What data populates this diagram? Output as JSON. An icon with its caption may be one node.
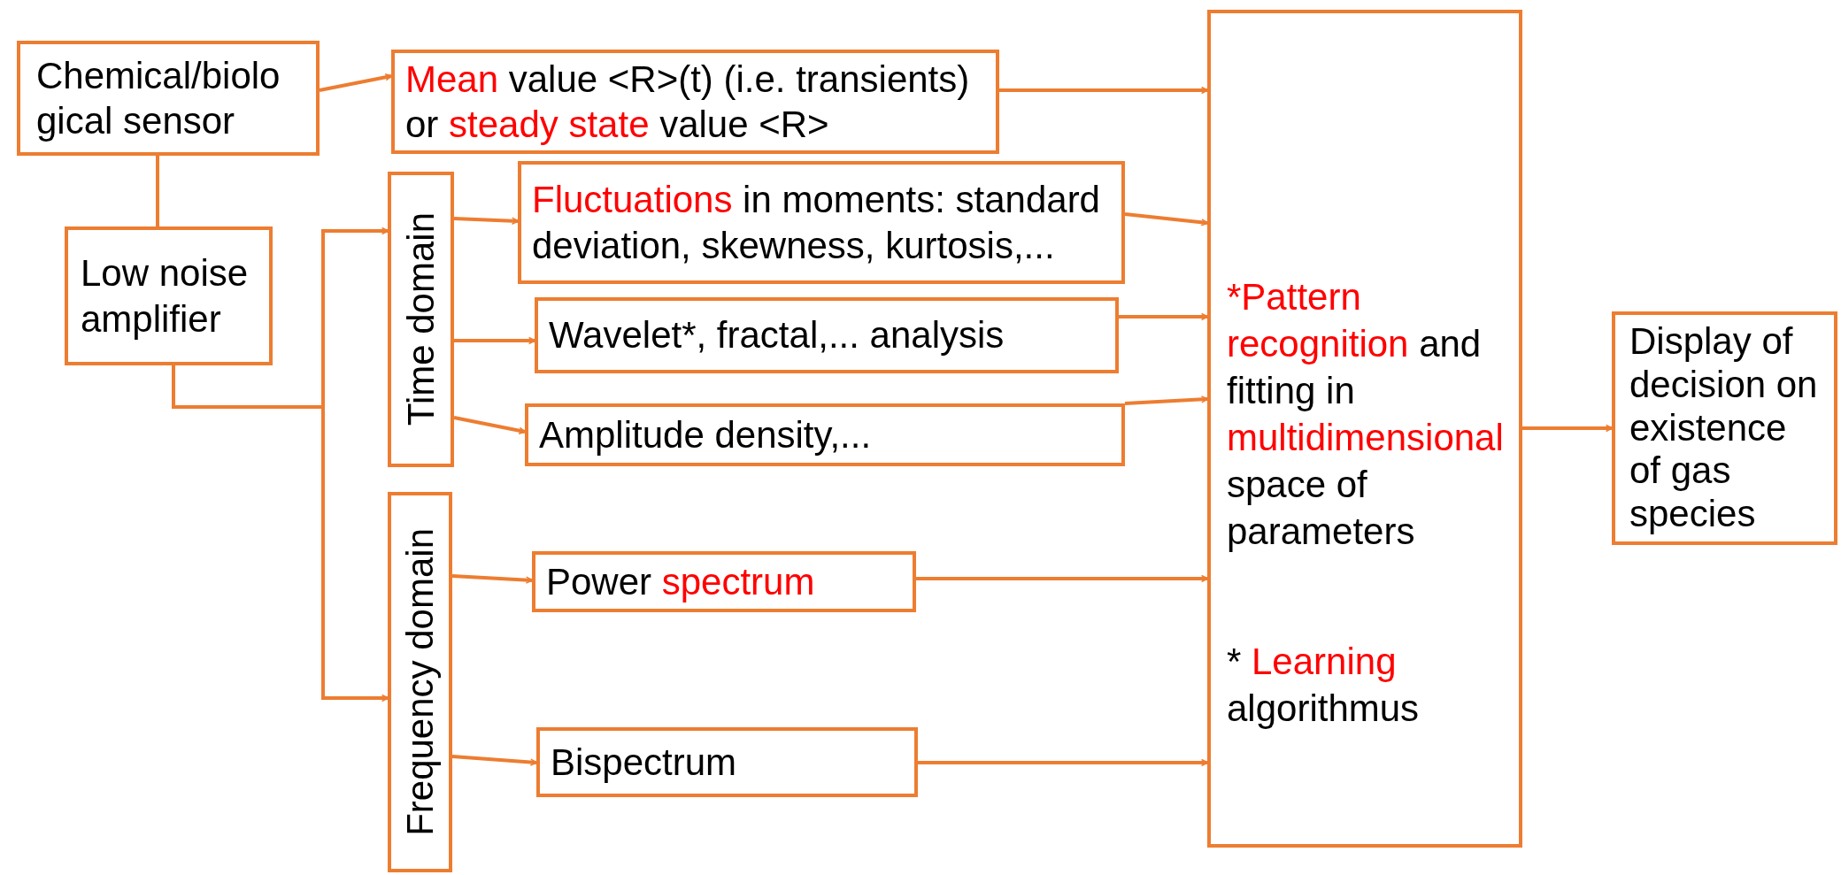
{
  "diagram": {
    "nodes": [
      {
        "text": [
          "Chemical/biolo gical sensor"
        ]
      },
      {
        "text": [
          "**Mean** value <R>(t) (i.e. transients) or **steady state** value <R>"
        ]
      },
      {
        "text": [
          "Low noise amplifier"
        ]
      },
      {
        "text": [
          "Time domain"
        ]
      },
      {
        "text": [
          "**Fluctuations** in moments: standard deviation, skewness, kurtosis,..."
        ]
      },
      {
        "text": [
          "Wavelet*, fractal,... analysis"
        ]
      },
      {
        "text": [
          "Amplitude density,..."
        ]
      },
      {
        "text": [
          "Frequency domain"
        ]
      },
      {
        "text": [
          "Power **spectrum**"
        ]
      },
      {
        "text": [
          "Bispectrum"
        ]
      },
      {
        "text": [
          "***Pattern recognition** and fitting in **multidimensional** space of parameters",
          "* **Learning** algorithmus"
        ]
      },
      {
        "text": [
          "Display of decision on existence of gas species"
        ]
      }
    ],
    "edges": [
      {
        "from": 0,
        "to": 1,
        "arrow": "to"
      },
      {
        "from": 0,
        "to": 2,
        "arrow": "none"
      },
      {
        "from": 2,
        "to": 3,
        "arrow": "to"
      },
      {
        "from": 2,
        "to": 7,
        "arrow": "to"
      },
      {
        "from": 3,
        "to": 4,
        "arrow": "to"
      },
      {
        "from": 3,
        "to": 5,
        "arrow": "to"
      },
      {
        "from": 3,
        "to": 6,
        "arrow": "to"
      },
      {
        "from": 7,
        "to": 8,
        "arrow": "to"
      },
      {
        "from": 7,
        "to": 9,
        "arrow": "to"
      },
      {
        "from": 1,
        "to": 10,
        "arrow": "to"
      },
      {
        "from": 4,
        "to": 10,
        "arrow": "to"
      },
      {
        "from": 5,
        "to": 10,
        "arrow": "to"
      },
      {
        "from": 6,
        "to": 10,
        "arrow": "to"
      },
      {
        "from": 8,
        "to": 10,
        "arrow": "to"
      },
      {
        "from": 9,
        "to": 10,
        "arrow": "to"
      },
      {
        "from": 10,
        "to": 11,
        "arrow": "to"
      }
    ]
  }
}
